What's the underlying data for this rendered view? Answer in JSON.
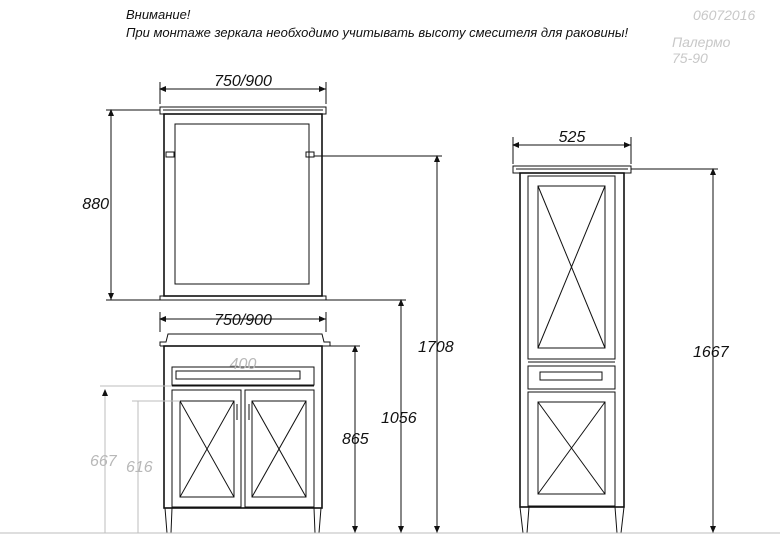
{
  "header": {
    "warning_title": "Внимание!",
    "warning_text": "При монтаже зеркала необходимо учитывать высоту смесителя для раковины!"
  },
  "product": {
    "code": "06072016",
    "series_name": "Палермо",
    "sizes": "75-90"
  },
  "dimensions": {
    "mirror_width": "750/900",
    "mirror_height": "880",
    "vanity_width": "750/900",
    "total_height": "1708",
    "vanity_mount_height": "1056",
    "vanity_height": "865",
    "leg_height_a": "616",
    "leg_height_b": "667",
    "sink_hint": "400",
    "cabinet_width": "525",
    "cabinet_height": "1667"
  },
  "colors": {
    "line": "#111111",
    "faint": "#bdbdbd",
    "background": "#ffffff"
  }
}
